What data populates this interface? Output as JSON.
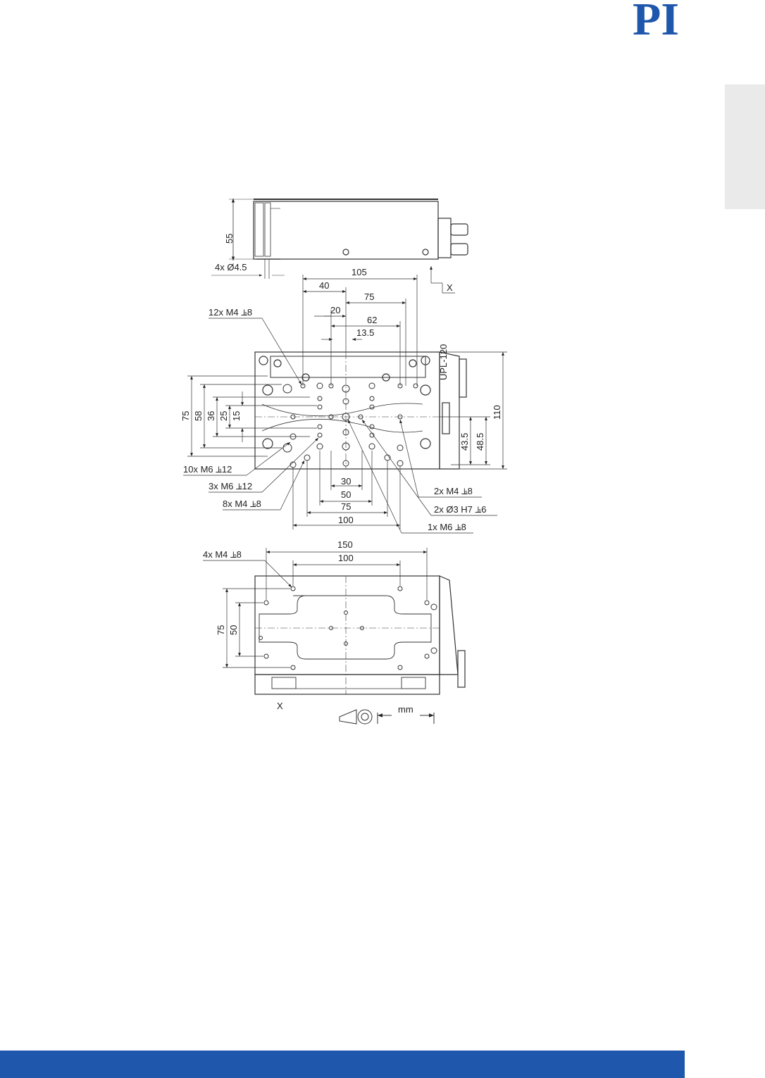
{
  "brand": {
    "logo_text": "PI",
    "color": "#1f57ac"
  },
  "colors": {
    "line": "#333333",
    "tab": "#eaeaea",
    "footer": "#1f57ac"
  },
  "side_view": {
    "dim_height": "55",
    "holes_label": "4x Ø4.5",
    "axis_label": "X"
  },
  "top_view": {
    "product_label": "UPL-120",
    "dims_top": [
      "105",
      "40",
      "75",
      "20",
      "62",
      "13.5"
    ],
    "dims_left": [
      "75",
      "58",
      "36",
      "25",
      "15"
    ],
    "dims_right": [
      "110",
      "43.5",
      "48.5"
    ],
    "dims_bottom": [
      "30",
      "50",
      "75",
      "100"
    ],
    "callouts_left": [
      "12x M4 ⫡8",
      "10x M6 ⫡12",
      "3x M6 ⫡12",
      "8x M4 ⫡8"
    ],
    "callouts_right": [
      "2x M4 ⫡8",
      "2x Ø3 H7 ⫡6",
      "1x M6 ⫡8"
    ]
  },
  "bottom_view": {
    "dims_top": [
      "150",
      "100"
    ],
    "dims_left": [
      "75",
      "50"
    ],
    "callout": "4x M4 ⫡8",
    "axis_label": "X",
    "unit_label": "mm"
  }
}
